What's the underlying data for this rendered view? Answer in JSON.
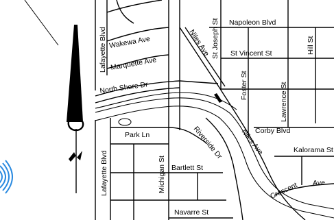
{
  "map": {
    "streets": {
      "napoleon_blvd": "Napoleon Blvd",
      "st_joseph_st": "St Joseph St",
      "niles_ave_north": "Niles Ave",
      "hill_st": "Hill St",
      "wakewa_ave": "Wakewa Ave",
      "lafayette_blvd_north": "Lafayette Blvd",
      "marquette_ave": "Marquette Ave",
      "st_vincent_st": "St Vincent St",
      "foster_st": "Foster St",
      "lawrence_st": "Lawrence St",
      "north_shore_dr": "North Shore Dr",
      "corby_blvd": "Corby Blvd",
      "park_ln": "Park Ln",
      "riverside_dr": "Riverside Dr",
      "niles_ave_south": "Niles Ave",
      "kalorama_st": "Kalorama St",
      "lafayette_blvd_south": "Lafayette Blvd",
      "michigan_st": "Michigan St",
      "bartlett_st": "Bartlett St",
      "crescent_ave_1": "Crescent",
      "crescent_ave_2": "Ave",
      "navarre_st": "Navarre St"
    },
    "colors": {
      "ink": "#000000",
      "paper": "#ffffff",
      "accent": "#2a8ae0"
    },
    "icons": [
      "north-arrow-icon",
      "river"
    ]
  }
}
